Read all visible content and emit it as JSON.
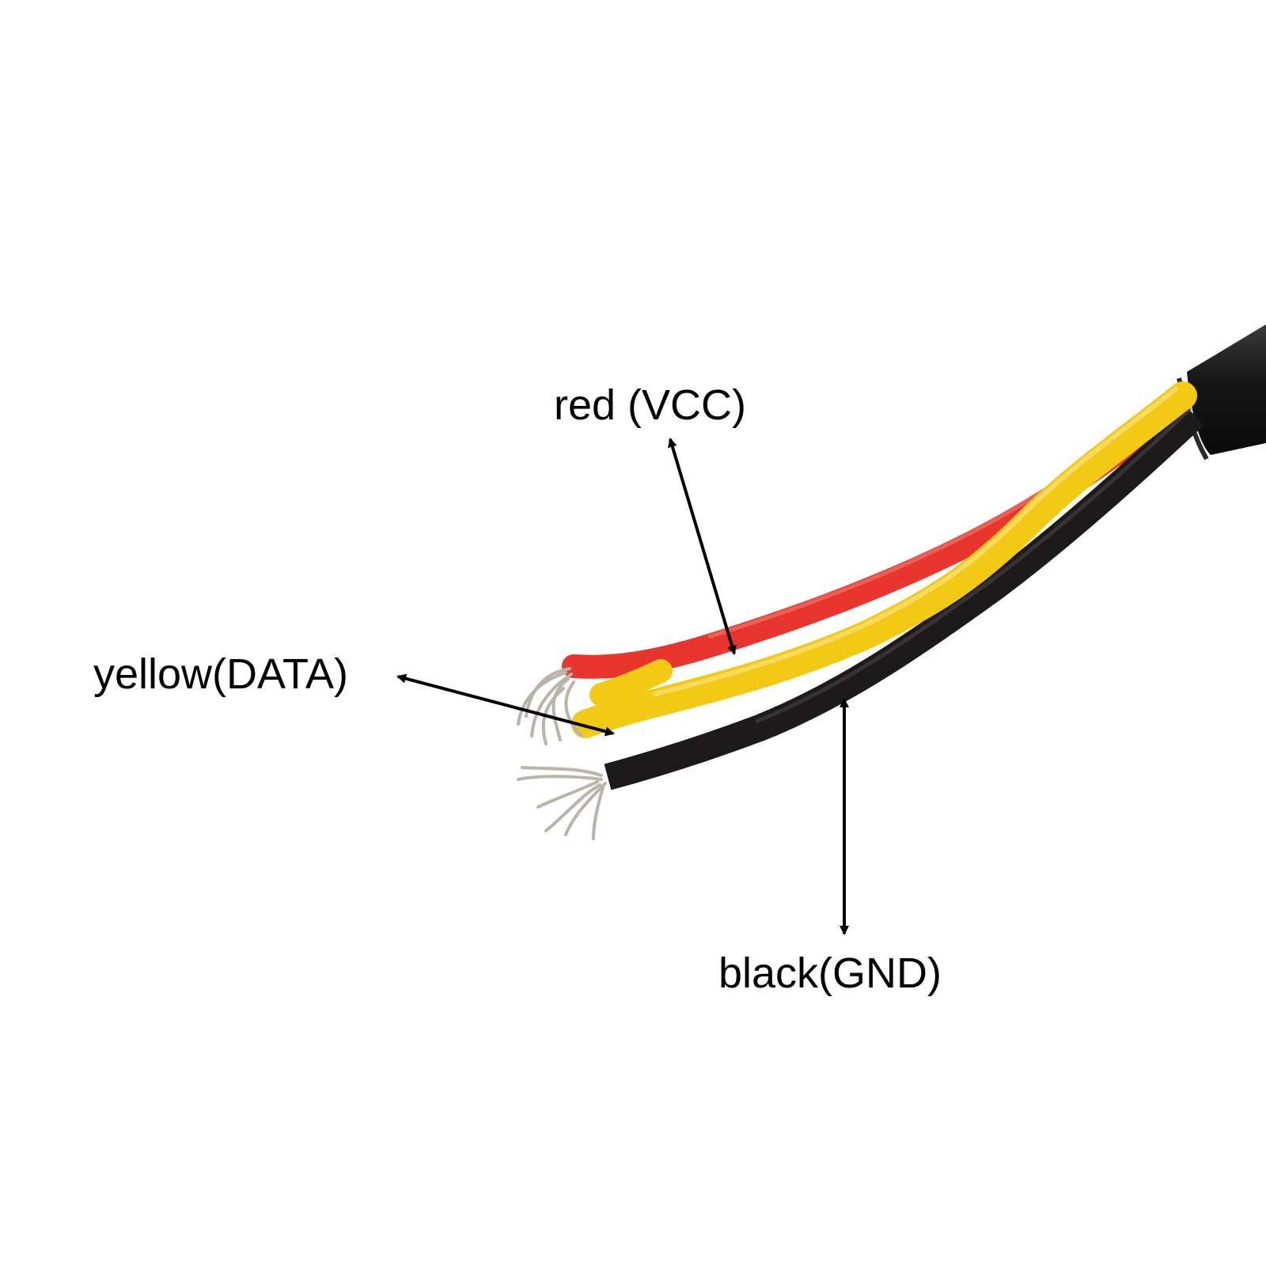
{
  "labels": {
    "red": "red (VCC)",
    "yellow": "yellow(DATA)",
    "black": "black(GND)"
  },
  "colors": {
    "background": "#ffffff",
    "cable_jacket": "#141414",
    "red_wire": "#e8352e",
    "yellow_wire": "#f2c914",
    "black_wire": "#1c1a1a",
    "copper_strands": "#b9b3aa",
    "arrow": "#000000",
    "label_text": "#000000"
  }
}
